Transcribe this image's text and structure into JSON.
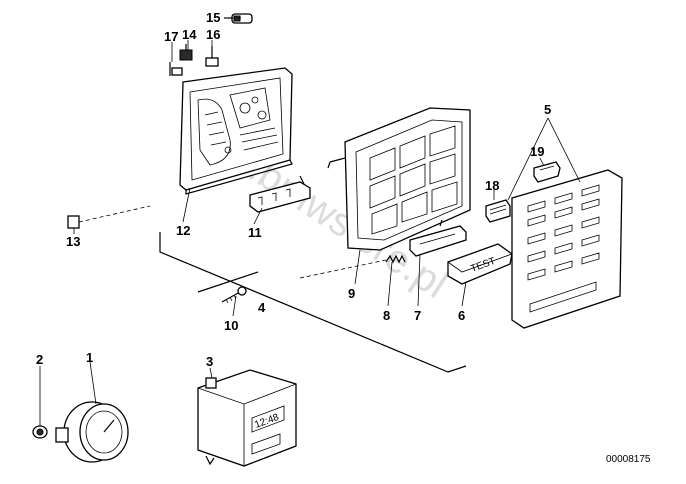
{
  "diagram": {
    "reference_code": "00008175",
    "watermark": "www.bmwstore.pl",
    "button_text": "TEST",
    "clock_display": "12:48",
    "callouts": [
      {
        "id": "c1",
        "label": "1"
      },
      {
        "id": "c2",
        "label": "2"
      },
      {
        "id": "c3",
        "label": "3"
      },
      {
        "id": "c4",
        "label": "4"
      },
      {
        "id": "c5",
        "label": "5"
      },
      {
        "id": "c6",
        "label": "6"
      },
      {
        "id": "c7",
        "label": "7"
      },
      {
        "id": "c8",
        "label": "8"
      },
      {
        "id": "c9",
        "label": "9"
      },
      {
        "id": "c10",
        "label": "10"
      },
      {
        "id": "c11",
        "label": "11"
      },
      {
        "id": "c12",
        "label": "12"
      },
      {
        "id": "c13",
        "label": "13"
      },
      {
        "id": "c14",
        "label": "14"
      },
      {
        "id": "c15",
        "label": "15"
      },
      {
        "id": "c16",
        "label": "16"
      },
      {
        "id": "c17",
        "label": "17"
      },
      {
        "id": "c18",
        "label": "18"
      },
      {
        "id": "c19",
        "label": "19"
      }
    ]
  }
}
